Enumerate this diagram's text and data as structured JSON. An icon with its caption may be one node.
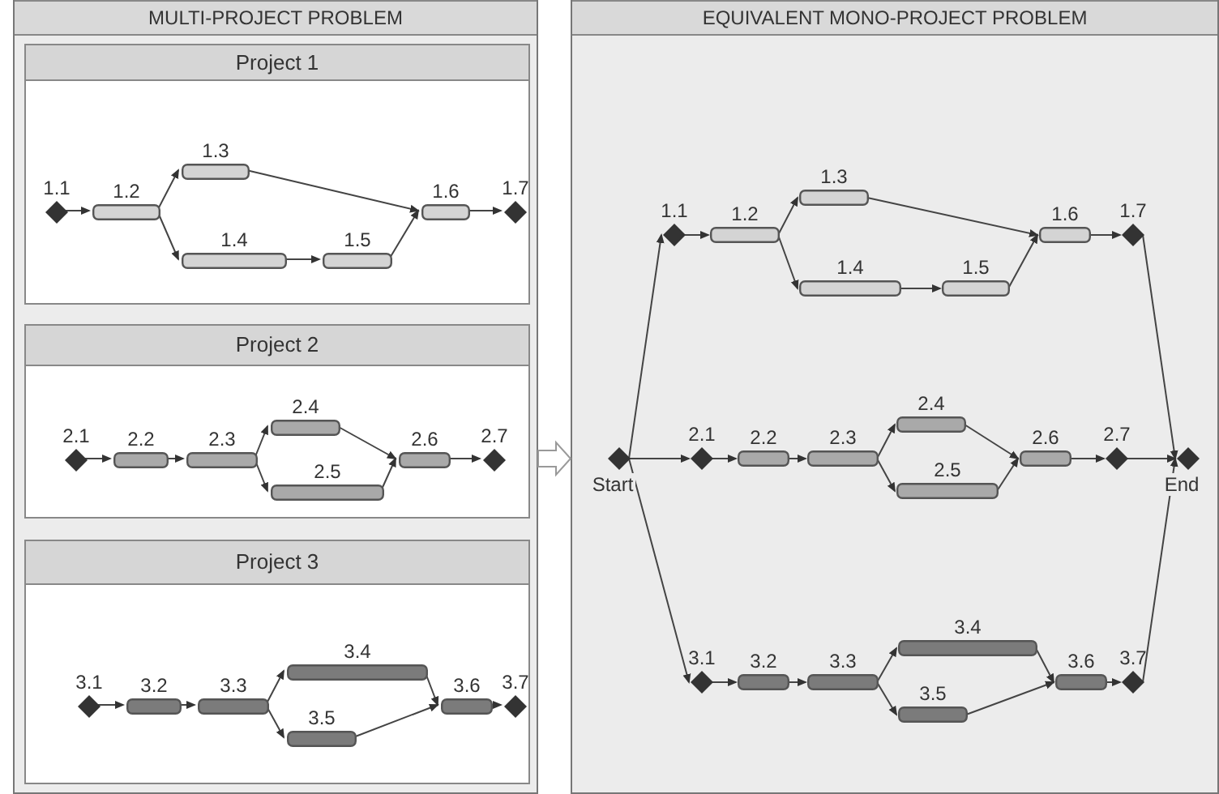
{
  "diagram": {
    "nodes": [
      {
        "text": [
          "MULTI-PROJECT PROBLEM"
        ]
      },
      {
        "text": [
          "Project 1"
        ],
        "in": 0
      },
      {
        "text": [
          "1.1"
        ],
        "in": 1
      },
      {
        "text": [
          "1.2"
        ],
        "in": 1
      },
      {
        "text": [
          "1.3"
        ],
        "in": 1
      },
      {
        "text": [
          "1.4"
        ],
        "in": 1
      },
      {
        "text": [
          "1.5"
        ],
        "in": 1
      },
      {
        "text": [
          "1.6"
        ],
        "in": 1
      },
      {
        "text": [
          "1.7"
        ],
        "in": 1
      },
      {
        "text": [
          "Project 2"
        ],
        "in": 0
      },
      {
        "text": [
          "2.1"
        ],
        "in": 9
      },
      {
        "text": [
          "2.2"
        ],
        "in": 9
      },
      {
        "text": [
          "2.3"
        ],
        "in": 9
      },
      {
        "text": [
          "2.4"
        ],
        "in": 9
      },
      {
        "text": [
          "2.5"
        ],
        "in": 9
      },
      {
        "text": [
          "2.6"
        ],
        "in": 9
      },
      {
        "text": [
          "2.7"
        ],
        "in": 9
      },
      {
        "text": [
          "Project 3"
        ],
        "in": 0
      },
      {
        "text": [
          "3.1"
        ],
        "in": 17
      },
      {
        "text": [
          "3.2"
        ],
        "in": 17
      },
      {
        "text": [
          "3.3"
        ],
        "in": 17
      },
      {
        "text": [
          "3.4"
        ],
        "in": 17
      },
      {
        "text": [
          "3.5"
        ],
        "in": 17
      },
      {
        "text": [
          "3.6"
        ],
        "in": 17
      },
      {
        "text": [
          "3.7"
        ],
        "in": 17
      },
      {
        "text": [
          "EQUIVALENT MONO-PROJECT PROBLEM"
        ]
      },
      {
        "text": [
          "1.1"
        ],
        "in": 25
      },
      {
        "text": [
          "1.2"
        ],
        "in": 25
      },
      {
        "text": [
          "1.3"
        ],
        "in": 25
      },
      {
        "text": [
          "1.4"
        ],
        "in": 25
      },
      {
        "text": [
          "1.5"
        ],
        "in": 25
      },
      {
        "text": [
          "1.6"
        ],
        "in": 25
      },
      {
        "text": [
          "1.7"
        ],
        "in": 25
      },
      {
        "text": [
          "Start"
        ],
        "in": 25
      },
      {
        "text": [
          "2.1"
        ],
        "in": 25
      },
      {
        "text": [
          "2.2"
        ],
        "in": 25
      },
      {
        "text": [
          "2.3"
        ],
        "in": 25
      },
      {
        "text": [
          "2.4"
        ],
        "in": 25
      },
      {
        "text": [
          "2.5"
        ],
        "in": 25
      },
      {
        "text": [
          "2.6"
        ],
        "in": 25
      },
      {
        "text": [
          "2.7"
        ],
        "in": 25
      },
      {
        "text": [
          "End"
        ],
        "in": 25
      },
      {
        "text": [
          "3.1"
        ],
        "in": 25
      },
      {
        "text": [
          "3.2"
        ],
        "in": 25
      },
      {
        "text": [
          "3.3"
        ],
        "in": 25
      },
      {
        "text": [
          "3.4"
        ],
        "in": 25
      },
      {
        "text": [
          "3.5"
        ],
        "in": 25
      },
      {
        "text": [
          "3.6"
        ],
        "in": 25
      },
      {
        "text": [
          "3.7"
        ],
        "in": 25
      }
    ],
    "edges": [
      {
        "from": 2,
        "to": 3,
        "arrow": "to"
      },
      {
        "from": 3,
        "to": 4,
        "arrow": "to"
      },
      {
        "from": 3,
        "to": 5,
        "arrow": "to"
      },
      {
        "from": 4,
        "to": 7,
        "arrow": "to"
      },
      {
        "from": 5,
        "to": 6,
        "arrow": "to"
      },
      {
        "from": 6,
        "to": 7,
        "arrow": "to"
      },
      {
        "from": 7,
        "to": 8,
        "arrow": "to"
      },
      {
        "from": 10,
        "to": 11,
        "arrow": "to"
      },
      {
        "from": 11,
        "to": 12,
        "arrow": "to"
      },
      {
        "from": 12,
        "to": 13,
        "arrow": "to"
      },
      {
        "from": 12,
        "to": 14,
        "arrow": "to"
      },
      {
        "from": 13,
        "to": 15,
        "arrow": "to"
      },
      {
        "from": 14,
        "to": 15,
        "arrow": "to"
      },
      {
        "from": 15,
        "to": 16,
        "arrow": "to"
      },
      {
        "from": 18,
        "to": 19,
        "arrow": "to"
      },
      {
        "from": 19,
        "to": 20,
        "arrow": "to"
      },
      {
        "from": 20,
        "to": 21,
        "arrow": "to"
      },
      {
        "from": 20,
        "to": 22,
        "arrow": "to"
      },
      {
        "from": 21,
        "to": 23,
        "arrow": "to"
      },
      {
        "from": 22,
        "to": 23,
        "arrow": "to"
      },
      {
        "from": 23,
        "to": 24,
        "arrow": "to"
      },
      {
        "from": 0,
        "to": 25,
        "arrow": "to",
        "style": "thick"
      },
      {
        "from": 33,
        "to": 26,
        "arrow": "to"
      },
      {
        "from": 33,
        "to": 34,
        "arrow": "to"
      },
      {
        "from": 33,
        "to": 42,
        "arrow": "to"
      },
      {
        "from": 26,
        "to": 27,
        "arrow": "to"
      },
      {
        "from": 27,
        "to": 28,
        "arrow": "to"
      },
      {
        "from": 27,
        "to": 29,
        "arrow": "to"
      },
      {
        "from": 28,
        "to": 31,
        "arrow": "to"
      },
      {
        "from": 29,
        "to": 30,
        "arrow": "to"
      },
      {
        "from": 30,
        "to": 31,
        "arrow": "to"
      },
      {
        "from": 31,
        "to": 32,
        "arrow": "to"
      },
      {
        "from": 34,
        "to": 35,
        "arrow": "to"
      },
      {
        "from": 35,
        "to": 36,
        "arrow": "to"
      },
      {
        "from": 36,
        "to": 37,
        "arrow": "to"
      },
      {
        "from": 36,
        "to": 38,
        "arrow": "to"
      },
      {
        "from": 37,
        "to": 39,
        "arrow": "to"
      },
      {
        "from": 38,
        "to": 39,
        "arrow": "to"
      },
      {
        "from": 39,
        "to": 40,
        "arrow": "to"
      },
      {
        "from": 42,
        "to": 43,
        "arrow": "to"
      },
      {
        "from": 43,
        "to": 44,
        "arrow": "to"
      },
      {
        "from": 44,
        "to": 45,
        "arrow": "to"
      },
      {
        "from": 44,
        "to": 46,
        "arrow": "to"
      },
      {
        "from": 45,
        "to": 47,
        "arrow": "to"
      },
      {
        "from": 46,
        "to": 47,
        "arrow": "to"
      },
      {
        "from": 47,
        "to": 48,
        "arrow": "to"
      },
      {
        "from": 32,
        "to": 41,
        "arrow": "to"
      },
      {
        "from": 40,
        "to": 41,
        "arrow": "to"
      },
      {
        "from": 48,
        "to": 41,
        "arrow": "to"
      }
    ]
  }
}
